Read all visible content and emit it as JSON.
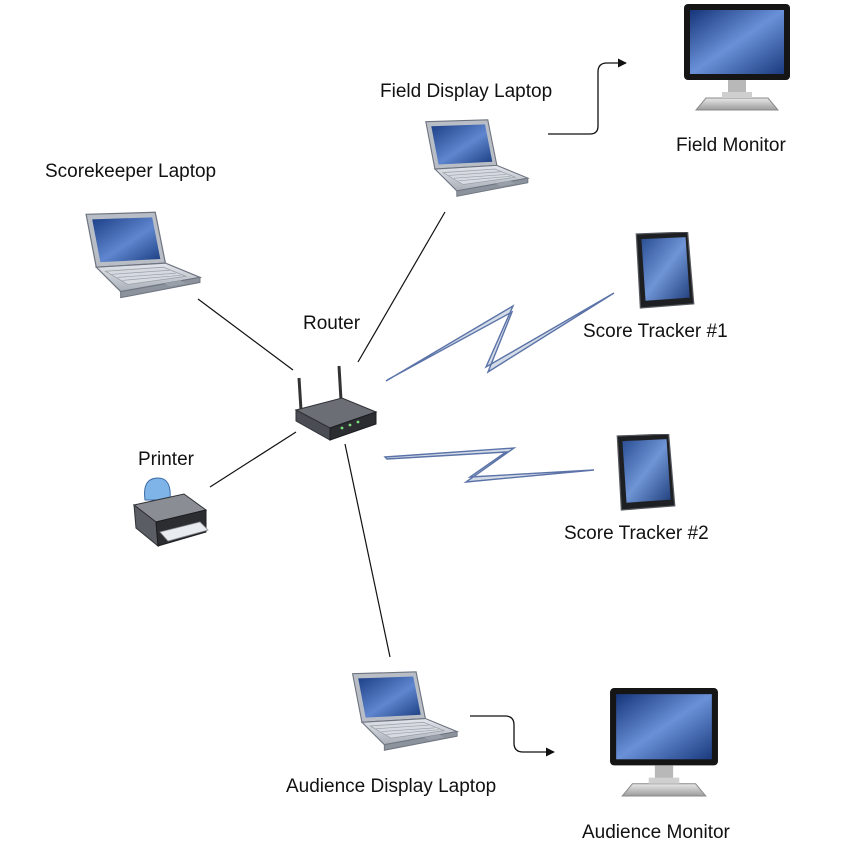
{
  "nodes": {
    "scorekeeper_laptop": {
      "label": "Scorekeeper Laptop",
      "icon": "laptop-icon"
    },
    "field_display_laptop": {
      "label": "Field Display Laptop",
      "icon": "laptop-icon"
    },
    "field_monitor": {
      "label": "Field Monitor",
      "icon": "monitor-icon"
    },
    "router": {
      "label": "Router",
      "icon": "router-icon"
    },
    "printer": {
      "label": "Printer",
      "icon": "printer-icon"
    },
    "score_tracker_1": {
      "label": "Score Tracker #1",
      "icon": "tablet-icon"
    },
    "score_tracker_2": {
      "label": "Score Tracker #2",
      "icon": "tablet-icon"
    },
    "audience_display_laptop": {
      "label": "Audience Display Laptop",
      "icon": "laptop-icon"
    },
    "audience_monitor": {
      "label": "Audience Monitor",
      "icon": "monitor-icon"
    }
  },
  "connections": [
    {
      "from": "Scorekeeper Laptop",
      "to": "Router",
      "kind": "wired"
    },
    {
      "from": "Field Display Laptop",
      "to": "Router",
      "kind": "wired"
    },
    {
      "from": "Printer",
      "to": "Router",
      "kind": "wired"
    },
    {
      "from": "Audience Display Laptop",
      "to": "Router",
      "kind": "wired"
    },
    {
      "from": "Router",
      "to": "Score Tracker #1",
      "kind": "wireless"
    },
    {
      "from": "Router",
      "to": "Score Tracker #2",
      "kind": "wireless"
    },
    {
      "from": "Field Display Laptop",
      "to": "Field Monitor",
      "kind": "video-arrow"
    },
    {
      "from": "Audience Display Laptop",
      "to": "Audience Monitor",
      "kind": "video-arrow"
    }
  ],
  "colors": {
    "line": "#111111",
    "wireless_fill": "#d3dbe6",
    "wireless_stroke": "#5b73a8",
    "screen_blue": "#3f64ad",
    "laptop_body": "#c9ced6",
    "device_dark": "#2b2d31"
  }
}
